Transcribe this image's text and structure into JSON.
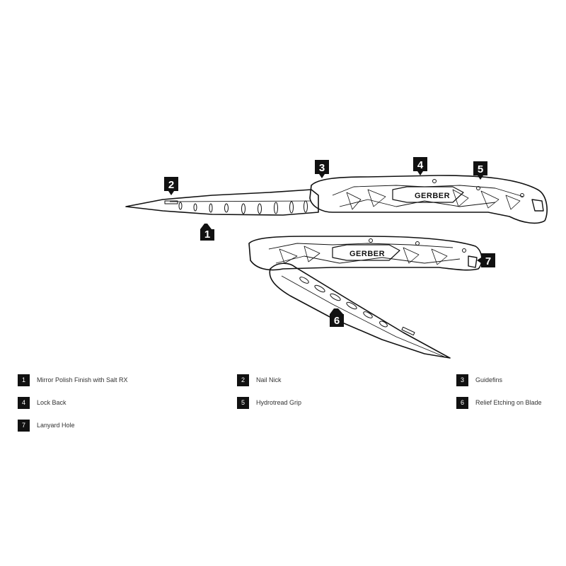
{
  "diagram": {
    "brand": "GERBER",
    "callouts": [
      "1",
      "2",
      "3",
      "4",
      "5",
      "6",
      "7"
    ]
  },
  "legend": [
    {
      "num": "1",
      "label": "Mirror Polish Finish with Salt RX"
    },
    {
      "num": "2",
      "label": "Nail Nick"
    },
    {
      "num": "3",
      "label": "Guidefins"
    },
    {
      "num": "4",
      "label": "Lock Back"
    },
    {
      "num": "5",
      "label": "Hydrotread Grip"
    },
    {
      "num": "6",
      "label": "Relief Etching on Blade"
    },
    {
      "num": "7",
      "label": "Lanyard Hole"
    }
  ]
}
